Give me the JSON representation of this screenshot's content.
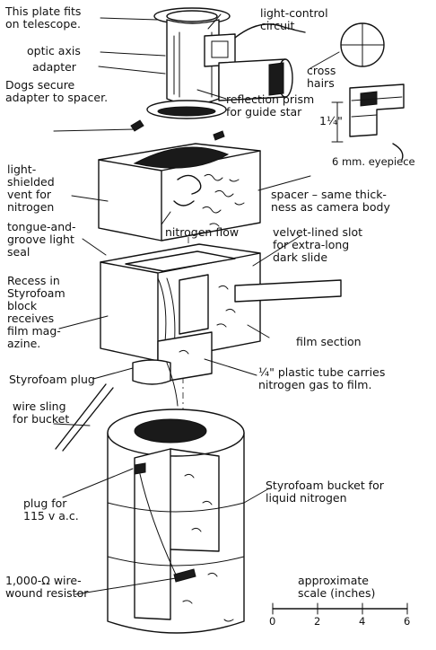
{
  "labels": {
    "plate": "This plate fits\non telescope.",
    "optic_axis": "optic axis",
    "adapter": "adapter",
    "dogs": "Dogs secure\nadapter to spacer.",
    "light_control": "light-control\ncircuit",
    "reflection_prism": "reflection prism\nfor guide star",
    "cross_hairs": "cross\nhairs",
    "eyepiece_dim": "1¼\"",
    "eyepiece": "6 mm. eyepiece",
    "vent": "light-\nshielded\nvent for\nnitrogen",
    "spacer": "spacer – same thick-\nness as camera body",
    "tongue": "tongue-and-\ngroove light\nseal",
    "nitrogen_flow": "nitrogen flow",
    "velvet_slot": "velvet-lined slot\nfor extra-long\ndark slide",
    "recess": "Recess in\nStyrofoam\nblock\nreceives\nfilm mag-\nazine.",
    "film_section": "film section",
    "styrofoam_plug": "Styrofoam plug",
    "plastic_tube": "¼\" plastic tube carries\nnitrogen gas to film.",
    "wire_sling": "wire sling\nfor bucket",
    "plug": "plug for\n115 v a.c.",
    "bucket": "Styrofoam bucket for\nliquid nitrogen",
    "resistor": "1,000-Ω wire-\nwound resistor"
  },
  "scale": {
    "title": "approximate\nscale (inches)",
    "ticks": [
      "0",
      "2",
      "4",
      "6"
    ]
  }
}
